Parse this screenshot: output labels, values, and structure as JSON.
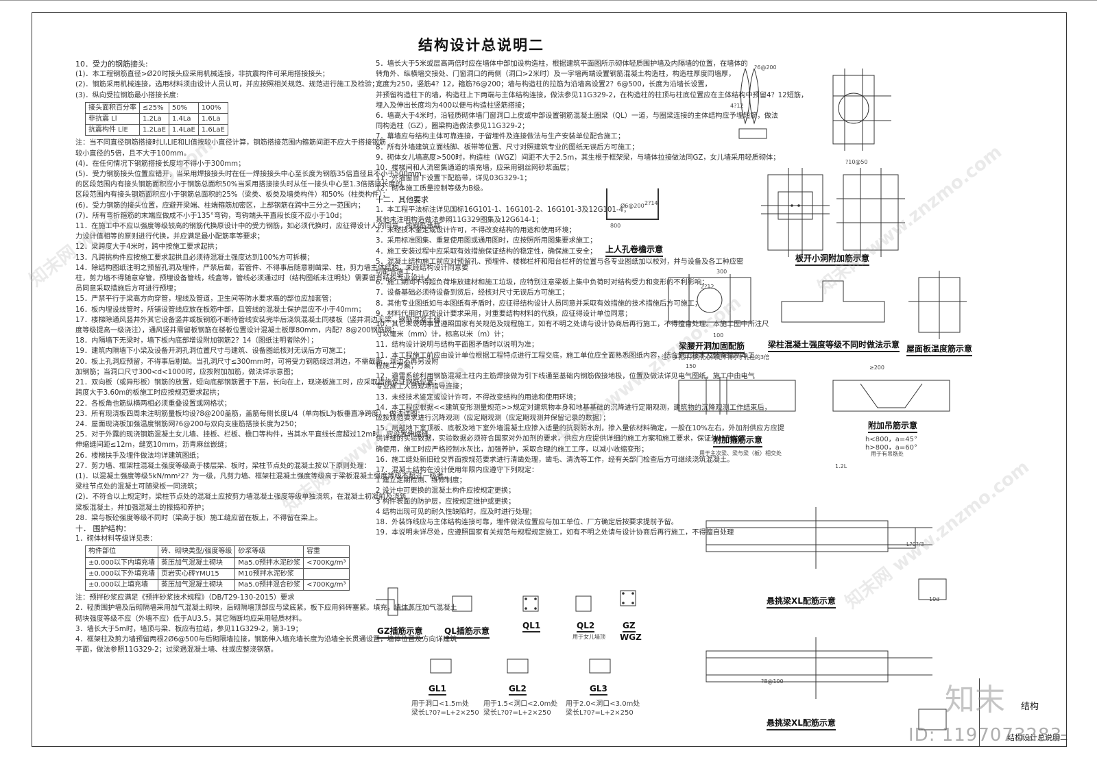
{
  "title": "结构设计总说明二",
  "col1": [
    {
      "cls": "h",
      "text": "10．受力的钢筋接头:"
    },
    {
      "text": "   (1)．本工程钢筋直径>Ø20时接头应采用机械连接，非抗震构件可采用搭接接头；"
    },
    {
      "text": "   (2)．钢筋采用机械连接，选用材料须由设计人员认可，并应按照相关规范、规范进行施工及检验；"
    },
    {
      "text": "   (3)．纵向受拉钢筋最小搭接长度:"
    }
  ],
  "splice_table": [
    [
      "接头面积百分率",
      "≤25%",
      "50%",
      "100%"
    ],
    [
      "非抗震 Ll",
      "1.2La",
      "1.4La",
      "1.6La"
    ],
    [
      "抗震构件 LlE",
      "1.2LaE",
      "1.4LaE",
      "1.6LaE"
    ]
  ],
  "col1b": [
    {
      "text": "  注：当不同直径钢筋搭接时Ll,LlE和Ll值按较小直径计算，钢筋搭接范围内箍筋间距不应大于搭接钢筋"
    },
    {
      "text": "      较小直径的5倍，且不大于100mm。"
    },
    {
      "text": "   (4)．在任何情况下钢筋搭接长度均不得小于300mm；"
    },
    {
      "text": "   (5)．受力钢筋接头位置应错开，当采用焊接接头时在任一焊接接头中心至长度为钢筋35倍直径且不小于500mm"
    },
    {
      "text": "        的区段范围内有接头钢筋面积应小于钢筋总面积50%当采用搭接接头时从任一接头中心至1.3倍搭接长度的"
    },
    {
      "text": "        区段范围内有接头钢筋面积应小于钢筋总面积的25%（梁类、板类及墙类构件）和50%（柱类构件）；"
    },
    {
      "text": "   (6)．受力钢筋的接头位置，应避开梁端、柱端箍筋加密区，上部钢筋在跨中三分之一范围内；"
    },
    {
      "text": "   (7)．所有弯折箍筋的末端应做成不小于135°弯钩，弯钩端头平直段长度不应小于10d；"
    },
    {
      "text": "11．在施工中不应以强度等级较高的钢筋代换原设计中的受力钢筋，如必须代换时，应征得设计人的同意，按钢筋承载"
    },
    {
      "text": "     力设计值相等的原则进行代换，并应满足最小配筋率等要求；"
    },
    {
      "text": "12．梁跨度大于4米时，跨中按施工要求起拱；"
    },
    {
      "text": "13．凡跨挑构件应按施工要求起拱且必须待混凝土强度达到100%方可拆模；"
    },
    {
      "text": "14．除结构图纸注明之预留孔洞及埋件，严禁后凿，若管件、不得事后随意剔凿梁、柱，剪力墙主体结构，未经结构设计同意要"
    },
    {
      "text": "     柱，剪力墙不得随意穿管，预埋设备管线，线盒等，管线必须通过时（结构图纸未注明处）需要留有结构专业设计人"
    },
    {
      "text": "     员同意采取措施后方可进行预埋；"
    },
    {
      "text": "15．严禁平行于梁高方向穿管，埋线及管道，卫生间等防水要求高的部位应加套管；"
    },
    {
      "text": "16．板内埋设线管时，所铺设管线应放在板筋中部，且管线的混凝土保护层应不小于40mm；"
    },
    {
      "text": "17．楼梯除通风竖井外其它设备竖井或板钢筋不断待管线安装完毕后浇筑混凝土同楼板（竖井洞边无梁、钢筋混凝土强"
    },
    {
      "text": "     度等级提高一级浇注），通风竖井需留板钢筋在楼板位置设计混凝土板厚80mm，内配？8@200钢筋网；"
    },
    {
      "text": "18．内隔墙下无梁时，墙下板内底部增设附加钢筋2？14（图纸注明者除外）；"
    },
    {
      "text": "19．建筑内隔墙下小梁及设备开洞孔洞位置尺寸与建筑、设备图纸核对无误后方可施工；"
    },
    {
      "text": "20．板上孔洞应预留，不得事后剔凿。当孔洞尺寸≤300mm时，可将受力钢筋绕过洞边，不需截断，洞边不再另设附"
    },
    {
      "text": "     加钢筋；当洞口尺寸300<d<1000时，应按附加加筋，做法详示意图；"
    },
    {
      "text": "21．双向板（或异形板）钢筋的放置，短向底部钢筋置于下层，长向在上，现浇板施工时，应采取措施保证钢筋位置；"
    },
    {
      "text": "     跨度大于3.60m的板施工时应按规范要求起拱；"
    },
    {
      "text": "22．各板角也筋纵横两相必须重叠设置或网格状；"
    },
    {
      "text": "23．所有现浇板四周未注明筋量板均设?8@200盖筋，盖筋每侧长度L/4（单向板L为板垂直净跨度），做法详图；"
    },
    {
      "text": "24．屋面现浇板加强温度钢筋网?6@200与双向支座筋搭接长度为250；"
    },
    {
      "text": "25．对于外露的现浇钢筋混凝土女儿墙、挂板、栏板、檐口等构件，当其水平直线长度超过12m时，应设置伸缩缝，"
    },
    {
      "text": "     伸缩缝间距≤12m，缝宽10mm，沥青麻丝嵌缝；"
    },
    {
      "text": "26．楼梯扶手及埋件做法均详建筑图纸；"
    },
    {
      "text": "27．剪力墙、框架柱混凝土强度等级高于楼层梁、板时，梁柱节点处的混凝土按以下原则处理："
    },
    {
      "text": "   (1)．以混凝土强度等级5kN/mm²2？为一级，凡剪力墙、框架柱混凝土强度等级高于梁板混凝土强度等级不超过一级者，"
    },
    {
      "text": "        梁柱节点处的混凝土可随梁板一同浇筑；"
    },
    {
      "text": "   (2)．不符合以上规定时，梁柱节点处的混凝土应按剪力墙混凝土强度等级单独浇筑，在混凝土初凝前及浇筑"
    },
    {
      "text": "        梁板混凝土，并加强混凝土的振捣和养护；"
    },
    {
      "text": "28．梁与板砼强度等级不同时（梁高于板）施工缝应留在板上，不得留在梁上。"
    },
    {
      "text": " "
    },
    {
      "cls": "h",
      "text": "十．  围护结构："
    },
    {
      "text": "   1．砌体材料等级详见表："
    }
  ],
  "masonry_table": [
    [
      "构件部位",
      "砖、砌块类型/强度等级",
      "砂浆等级",
      "容重"
    ],
    [
      "±0.000以下内填充墙",
      "蒸压加气混凝土砌块",
      "Ma5.0预拌水泥砂浆",
      "<700Kg/m³"
    ],
    [
      "±0.000以下外填充墙",
      "页岩实心砖YMU15",
      "M10预拌水泥砂浆",
      ""
    ],
    [
      "±0.000以上填充墙",
      "蒸压加气混凝土砌块",
      "Ma5.0预拌混合砂浆",
      "<700Kg/m³"
    ]
  ],
  "col1c": [
    {
      "text": "  注：预拌砂浆应满足《预拌砂浆技术规程》（DB/T29-130-2015）要求"
    },
    {
      "text": "   2．轻质围护墙及后砌隔墙采用加气混凝土砌块，后砌隔墙顶部应与梁底紧。板下应用斜砖塞紧。填充，墙体蒸压加气混凝土"
    },
    {
      "text": "      砌块强度等级不应（外墙不应）低于AU3.5，其它隔断均应采用轻质材料。"
    },
    {
      "text": "   3．墙长大于5m时，墙顶与梁、板应有拉结，参见11G329-2，第3-19；"
    },
    {
      "text": "   4．框架柱及剪力墙预留两根2Ø6@500与后砌隔墙拉接，钢筋伸入墙充墙长度为沿墙全长贯通设置，墙体位置及方向详建筑"
    },
    {
      "text": "      平面，做法参照11G329-2；过梁遇混凝土墙、柱或应整浇钢筋。"
    }
  ],
  "col2": [
    {
      "text": "5．墙长大于5米或层高两倍时应在墙体中部加设构造柱，根据建筑平面图所示砌体轻质围护墙及内隔墙的位置，在墙体的"
    },
    {
      "text": "   转角外、纵横墙交接处、门窗洞口的两侧（洞口>2米时）及一字墙两端设置钢筋混凝土构造柱，构造柱厚度同墙厚，"
    },
    {
      "text": "   宽度为250，竖筋4？12，箍筋?6@200；墙与构造柱的拉筋为沿墙高设置2？6@500，长度为沿墙长设置，"
    },
    {
      "text": "   并预留构造柱下的墙，构造柱上下两端与主体结构连接，做法参见11G329-2，在构造柱的柱顶与柱底位置应在主体结构中预留4？12短筋，"
    },
    {
      "text": "   埋入及伸出长度均为400以便与构造柱竖筋搭接；"
    },
    {
      "text": "6．墙高大于4米时，沿轻质砌体墙门窗洞口上皮或中部设置钢筋混凝土圈梁（QL）一道，与圈梁连接的主体结构应予埋短筋，做法"
    },
    {
      "text": "   同构造柱（GZ），圈梁构造做法参见11G329-2；"
    },
    {
      "text": "7．幕墙应与结构主体可靠连接，于留埋件及连接做法与生产安装单位配合施工；"
    },
    {
      "text": "8．所有外墙建筑立面线脚、板带等位置、尺寸对照建筑专业的图纸无误后方可施工；"
    },
    {
      "text": "9．砌体女儿墙高度>500时，构造柱（WGZ）间距不大于2.5m，其生根于框架梁，与墙体拉接做法同GZ，女儿墙采用轻质砌体；"
    },
    {
      "text": "10．楼梯间和人流密集通道的填充墙，应采用钢丝网砂浆面层；"
    },
    {
      "text": "11．外墙窗台下设置下配筋带，详见03G329-1；"
    },
    {
      "text": "12．砌体施工质量控制等级为B级。"
    },
    {
      "cls": "h",
      "text": "十二．其他要求"
    },
    {
      "text": "1．本工程平法标注详见国标16G101-1、16G101-2、16G101-3及12G101-4；"
    },
    {
      "text": "   其他未注明构造做法参照11G329图集及12G614-1；"
    },
    {
      "text": "2．未经技术鉴定或设计许可，不得改变结构的用途和使用环境；"
    },
    {
      "text": "3．采用标准图集、重复使用图或通用图时，应按照所用图集要求施工；"
    },
    {
      "text": "4．施工安装过程中应采取有效措施保证结构的稳定性，确保施工安全；"
    },
    {
      "text": "5．混凝土结构施工前应对预留孔、预埋件、楼梯栏杆和阳台栏杆的位置与各专业图纸加以校对，并与设备及各工种应密"
    },
    {
      "text": "   切配合施工；"
    },
    {
      "text": "6．施工期间不得超负荷堆放建材和施工垃圾，应特别注意梁板上集中负荷时对结构受力和变形的不利影响；"
    },
    {
      "text": "7．设备基础必须待设备到货后，经核对尺寸无误后方可施工；"
    },
    {
      "text": "8．其他专业图纸如与本图纸有矛盾时，应征得结构设计人员同意并采取有效措施的技术措施后方可施工；"
    },
    {
      "text": "9．材料代用时应按设计要求采用，对重要结构材料的代换，应征得设计单位同意；"
    },
    {
      "text": "10．其它未说明事宜遵照国家有关规范及规程施工，如有不明之处请与设计协商后再行施工，不得擅自处理。本施工图中所注尺"
    },
    {
      "text": "    寸以毫米（mm）计，标高以米（m）计；"
    },
    {
      "text": "11．结构设计说明与结构平面图矛盾时以说明为准；"
    },
    {
      "text": "11．本工程施工前应由设计单位根据工程特点进行工程交底，施工单位应全面熟悉图纸内容，结合施工技术及装备编制本工"
    },
    {
      "text": "    程施工方案；"
    },
    {
      "text": "12．避雷系统利用钢筋混凝土柱内主筋焊接做为引下线通至基础内钢筋做接地极，位置及做法详见电气图纸，施工中由电气"
    },
    {
      "text": "    专业施工人员现场指导连接；"
    },
    {
      "text": "13．未经技术鉴定或设计许可，不得改变结构的用途和使用环境；"
    },
    {
      "text": "14．本工程应根据<<建筑变形测量规范>>规定对建筑物本身和地基基础的沉降进行定期观测，建筑物的沉降观测工作结束后，"
    },
    {
      "text": "    应按规范要求进行沉降观测（应定期观测（应定期观测并保留记录的数据）；"
    },
    {
      "text": "15．局部地下室顶板、底板及地下室外墙混凝土应掺入适量的抗裂防水剂，掺入量依材料确定，一般在10%左右，外加剂供应方应提"
    },
    {
      "text": "    供详细的实验数据，实验数据必须符合国家对外加剂的要求，供应方应提供详细的施工方案和施工要求，保证外加剂的正"
    },
    {
      "text": "    确使用，施工时应严格控制水灰比，加强养护，采取合理的施工工序，以减小收缩变形；"
    },
    {
      "text": "16．施工缝处新旧砼交界面按规范要求进行清凿处理，凿毛、清洗等工作，经有关部门检查后方可继续浇筑混凝土。"
    },
    {
      "text": "17．混凝土结构在设计使用年限内应遵守下列规定："
    },
    {
      "text": "   1  建立定期检测、维修制度；"
    },
    {
      "text": "   2  设计中可更换的混凝土构件应按规定更换；"
    },
    {
      "text": "   3  构件表面的防护层，应按规定维护或更换；"
    },
    {
      "text": "   4  结构出现可见的耐久性缺陷时，应及时进行处理；"
    },
    {
      "text": "18．外装饰线应与主体结构连接可靠，埋件做法位置应与加工单位、厂方确定后按要求提前予留。"
    },
    {
      "text": "19．本说明未详尽处，应遵照国家有关规范与规程规定施工，如有不明之处请与设计协商后再行施工，不得擅自处理"
    }
  ],
  "diagrams": {
    "manhole": "上人孔卷檐示意",
    "slab_hole": "板开小洞附加筋示意",
    "beam_hole": "梁腰开洞加固配筋",
    "beam_hole_note": "注：多孔并列时孔心间距不得小于孔径的3倍",
    "beam_col": "梁柱混凝土强度等级不同时做法示意",
    "roof_temp": "屋面板温度筋示意",
    "extra_stirrup": "附加箍筋示意",
    "extra_stirrup_note": "用于主次梁、梁与梁（板）相交处",
    "hanger": "附加吊筋示意",
    "hanger_note1": "h<800，a=45°",
    "hanger_note2": "h>800，a=60°",
    "hanger_note3": "用于有吊筋处",
    "cant1": "悬挑梁XL配筋示意",
    "cant2": "悬挑梁XL配筋示意",
    "gz": "GZ插筋示意",
    "ql": "QL插筋示意",
    "ql1": "QL1",
    "ql2": "QL2",
    "ql2_note": "用于女儿墙顶",
    "gz_sec": "GZ",
    "wgz": "WGZ",
    "gl1": "GL1",
    "gl1_n1": "用于洞口<1.5m处",
    "gl1_n2": "梁长L?0?=L+2×250",
    "gl2": "GL2",
    "gl2_n1": "用于1.5<洞口<2.0m处",
    "gl2_n2": "梁长L?0?=L+2×250",
    "gl3": "GL3",
    "gl3_n1": "用于2.0<洞口<3.0m处",
    "gl3_n2": "梁长L?0?=L+2×250",
    "dims": [
      "Ø6@200",
      "2?12",
      "4?12",
      "?6@200",
      "2?14",
      "?10@50",
      "300",
      "800",
      "100",
      "150",
      "≥200",
      "1.2L",
      "L?0?/3",
      "10d",
      "?8@100"
    ]
  },
  "titleblock": {
    "name": "结构",
    "drawing": "结构设计总说明二"
  },
  "watermark": {
    "brand": "知末网 www.znzmo.com",
    "logo": "知末",
    "id": "ID: 1197073283"
  }
}
